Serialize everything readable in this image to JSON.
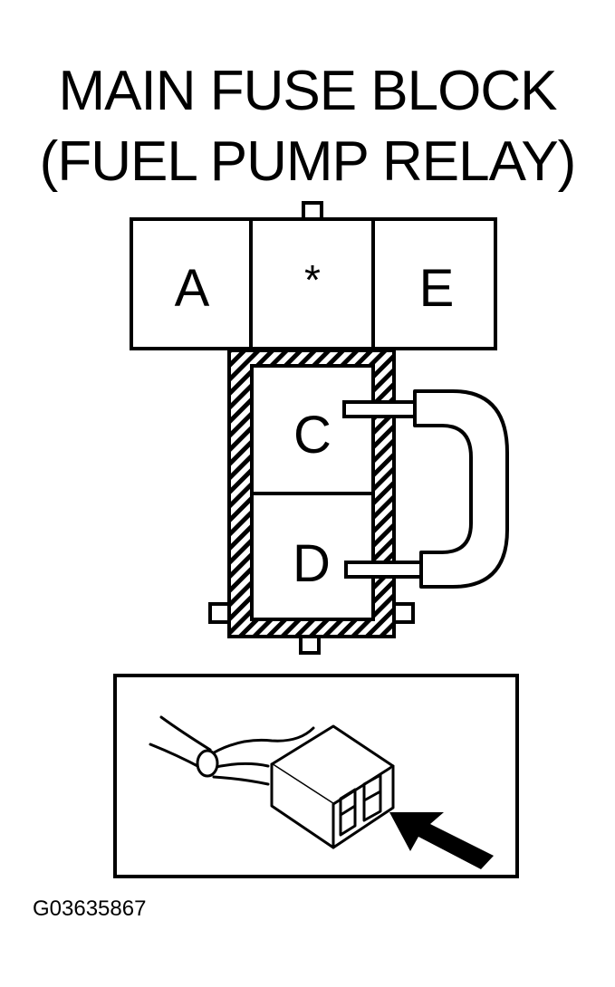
{
  "title": {
    "line1": "MAIN FUSE BLOCK",
    "line2": "(FUEL PUMP RELAY)"
  },
  "relay": {
    "terminals": {
      "a": "A",
      "star": "*",
      "e": "E",
      "c": "C",
      "d": "D"
    }
  },
  "figure_id": "G03635867",
  "colors": {
    "line": "#000000",
    "background": "#ffffff"
  },
  "icons": {
    "jumper": "jumper-wire-icon",
    "connector": "relay-connector-icon",
    "arrow": "pointer-arrow-icon"
  }
}
